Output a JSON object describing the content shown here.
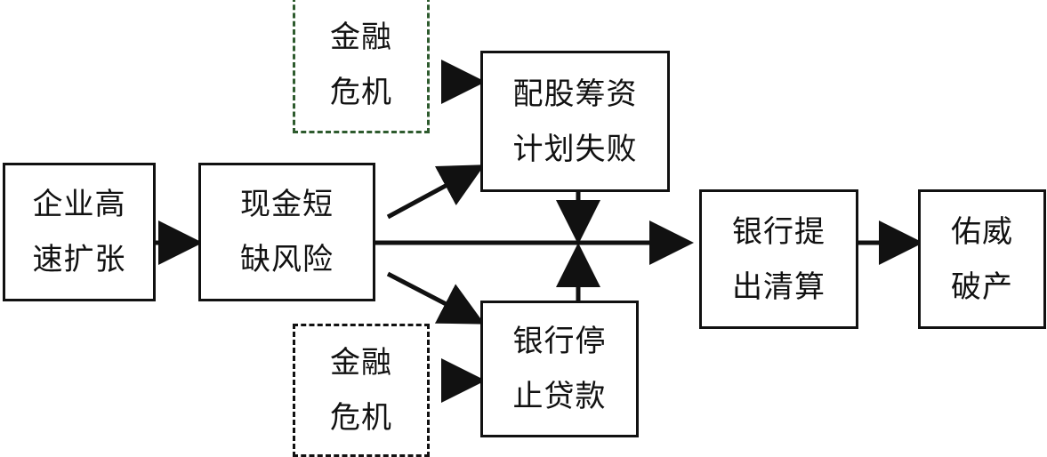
{
  "diagram": {
    "nodes": {
      "expansion": [
        "企业高",
        "速扩张"
      ],
      "cash_risk": [
        "现金短",
        "缺风险"
      ],
      "crisis_top": [
        "金融",
        "危机"
      ],
      "crisis_bottom": [
        "金融",
        "危机"
      ],
      "rights_fail": [
        "配股筹资",
        "计划失败"
      ],
      "bank_stop": [
        "银行停",
        "止贷款"
      ],
      "bank_liquidation": [
        "银行提",
        "出清算"
      ],
      "bankruptcy": [
        "佑威",
        "破产"
      ]
    },
    "edges": [
      {
        "from": "expansion",
        "to": "cash_risk"
      },
      {
        "from": "cash_risk",
        "to": "rights_fail"
      },
      {
        "from": "cash_risk",
        "to": "bank_stop"
      },
      {
        "from": "cash_risk",
        "to": "bank_liquidation"
      },
      {
        "from": "crisis_top",
        "to": "rights_fail"
      },
      {
        "from": "crisis_bottom",
        "to": "bank_stop"
      },
      {
        "from": "rights_fail",
        "to": "bank_liquidation"
      },
      {
        "from": "bank_stop",
        "to": "bank_liquidation"
      },
      {
        "from": "bank_liquidation",
        "to": "bankruptcy"
      }
    ],
    "colors": {
      "line": "#111111",
      "dashed_top_border": "#2e5b2e"
    }
  }
}
